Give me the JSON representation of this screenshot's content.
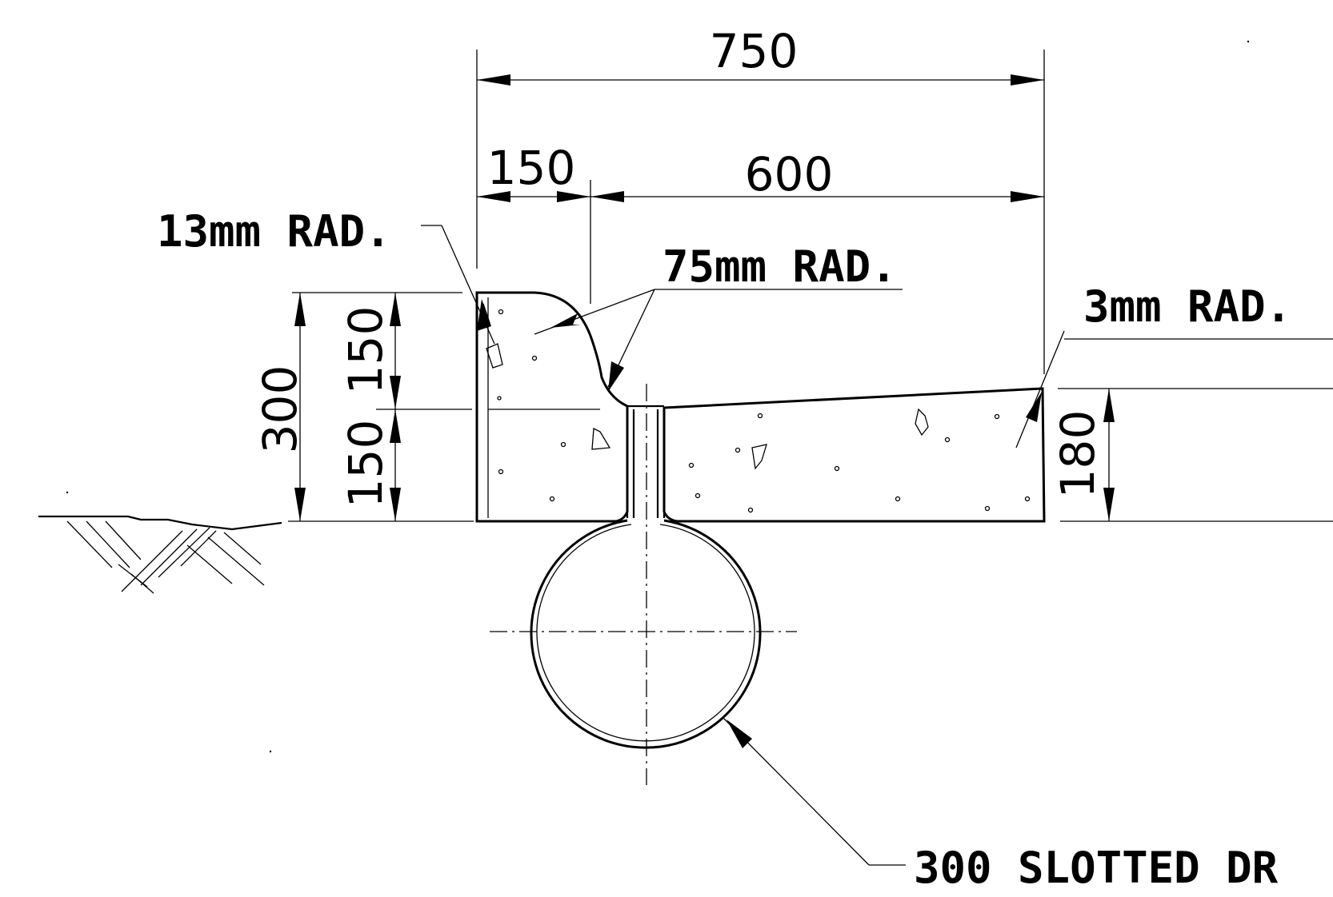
{
  "dimensions": {
    "overall_width": "750",
    "gutter_width": "150",
    "slab_width": "600",
    "total_height": "300",
    "upper_height": "150",
    "lower_height": "150",
    "slab_edge_height": "180"
  },
  "notes": {
    "kerb_radius": "13mm RAD.",
    "channel_radius": "75mm RAD.",
    "edge_radius": "3mm RAD.",
    "drain": "300 SLOTTED DR"
  }
}
